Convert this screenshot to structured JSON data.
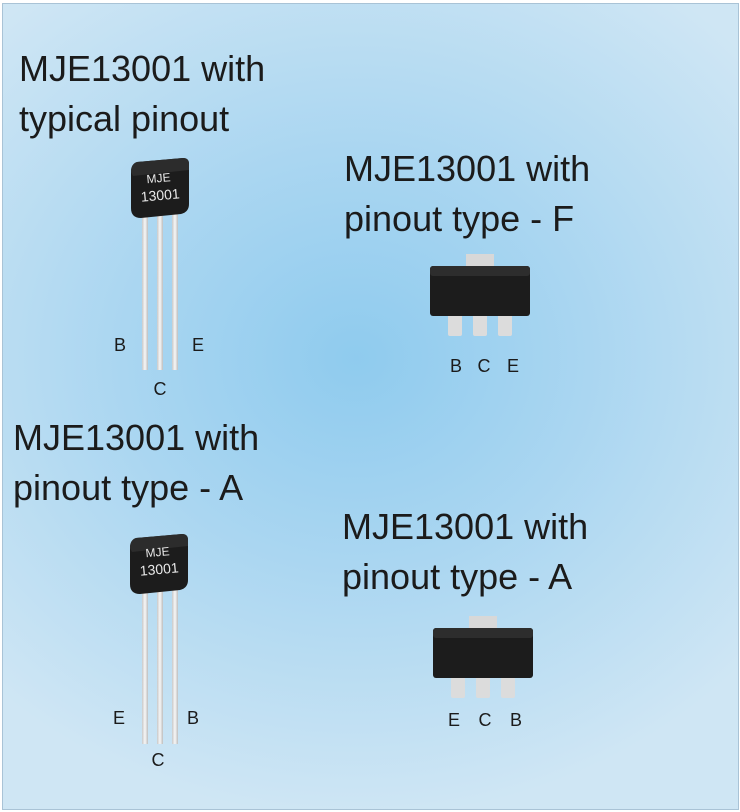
{
  "sections": [
    {
      "id": "to92-typical",
      "title_line1": "MJE13001 with",
      "title_line2": "typical pinout",
      "marking_line1": "MJE",
      "marking_line2": "13001",
      "pins": [
        "B",
        "C",
        "E"
      ]
    },
    {
      "id": "sot89-type-f",
      "title_line1": "MJE13001 with",
      "title_line2": "pinout type - F",
      "pins": [
        "B",
        "C",
        "E"
      ]
    },
    {
      "id": "to92-type-a",
      "title_line1": "MJE13001 with",
      "title_line2": "pinout type - A",
      "marking_line1": "MJE",
      "marking_line2": "13001",
      "pins": [
        "E",
        "C",
        "B"
      ]
    },
    {
      "id": "sot89-type-a",
      "title_line1": "MJE13001 with",
      "title_line2": "pinout type - A",
      "pins": [
        "E",
        "C",
        "B"
      ]
    }
  ],
  "colors": {
    "package_body": "#1c1c1c",
    "lead": "#e4e4e4",
    "text": "#1b1b1b"
  }
}
